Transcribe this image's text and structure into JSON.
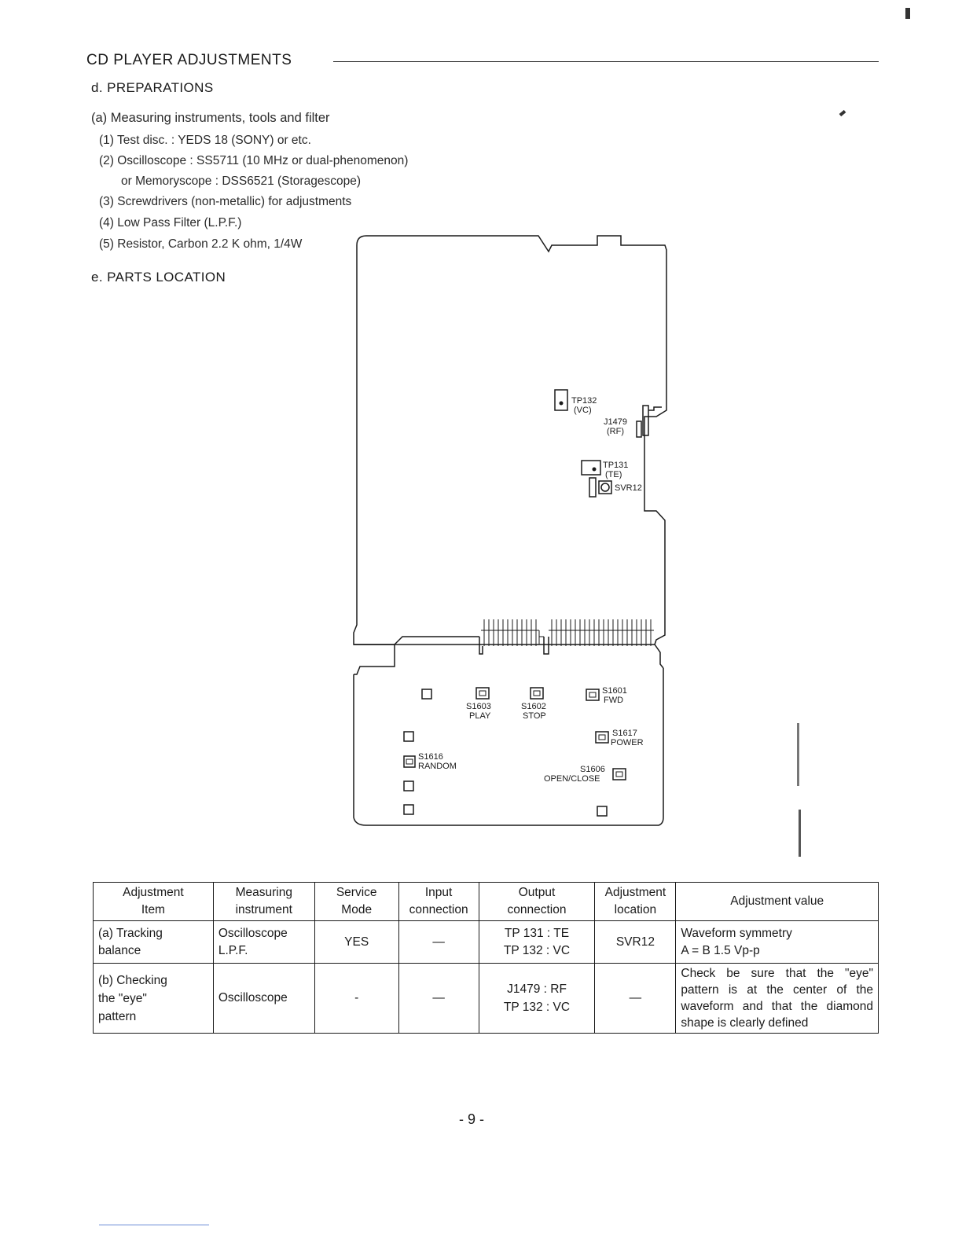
{
  "header": {
    "title": "CD PLAYER ADJUSTMENTS"
  },
  "preparations": {
    "heading": "d.  PREPARATIONS",
    "subheading": "(a)  Measuring instruments, tools and filter",
    "items": [
      "(1)  Test disc. :  YEDS 18 (SONY) or etc.",
      "(2)  Oscilloscope : SS5711 (10 MHz or dual-phenomenon)",
      "or Memoryscope : DSS6521 (Storagescope)",
      "(3)  Screwdrivers (non-metallic) for adjustments",
      "(4)  Low Pass Filter (L.P.F.)",
      "(5)  Resistor, Carbon 2.2 K ohm, 1/4W"
    ]
  },
  "parts_location": {
    "heading": "e.  PARTS LOCATION",
    "labels": {
      "tp132": "TP132",
      "tp132_sub": "(VC)",
      "j1479": "J1479",
      "j1479_sub": "(RF)",
      "tp131": "TP131",
      "tp131_sub": "(TE)",
      "svr12": "SVR12",
      "s1601": "S1601",
      "s1601_sub": "FWD",
      "s1603": "S1603",
      "s1603_sub": "PLAY",
      "s1602": "S1602",
      "s1602_sub": "STOP",
      "s1617": "S1617",
      "s1617_sub": "POWER",
      "s1616": "S1616",
      "s1616_sub": "RANDOM",
      "s1606": "S1606",
      "s1606_sub": "OPEN/CLOSE"
    }
  },
  "table": {
    "headers": [
      "Adjustment\nItem",
      "Measuring\ninstrument",
      "Service\nMode",
      "Input\nconnection",
      "Output\nconnection",
      "Adjustment\nlocation",
      "Adjustment  value"
    ],
    "rows": [
      {
        "item": "(a)  Tracking\n       balance",
        "instrument": "Oscilloscope\nL.P.F.",
        "mode": "YES",
        "input": "—",
        "output": "TP 131 : TE\nTP 132 : VC",
        "location": "SVR12",
        "value": "Waveform  symmetry\n A  = B    1.5 Vp-p"
      },
      {
        "item": "(b) Checking\n      the \"eye\"\n      pattern",
        "instrument": "Oscilloscope",
        "mode": "-",
        "input": "—",
        "output": "J1479 : RF\nTP 132 : VC",
        "location": "—",
        "value": "Check be sure that the \"eye\" pattern is at the center of the waveform and that the diamond shape is clearly defined"
      }
    ]
  },
  "footer": {
    "page_number": "- 9 -"
  }
}
